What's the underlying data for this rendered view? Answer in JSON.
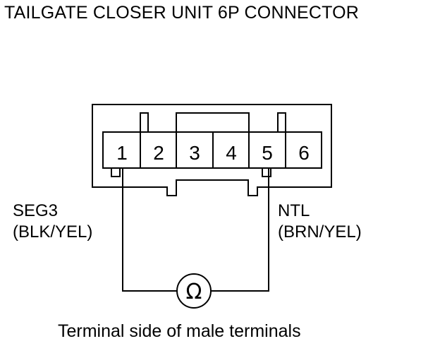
{
  "title": "TAILGATE CLOSER UNIT 6P CONNECTOR",
  "connector": {
    "pins": [
      "1",
      "2",
      "3",
      "4",
      "5",
      "6"
    ]
  },
  "left_probe": {
    "name": "SEG3",
    "wire": "(BLK/YEL)"
  },
  "right_probe": {
    "name": "NTL",
    "wire": "(BRN/YEL)"
  },
  "meter_symbol": "Ω",
  "caption": "Terminal side of male terminals"
}
